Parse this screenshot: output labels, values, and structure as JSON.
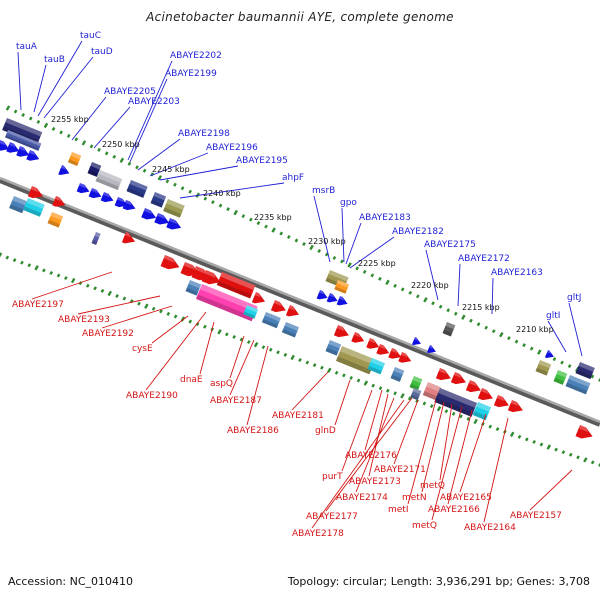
{
  "title": "Acinetobacter baumannii AYE, complete genome",
  "accession": "Accession: NC_010410",
  "summary": "Topology: circular; Length: 3,936,291 bp; Genes: 3,708",
  "colors": {
    "forward_label": "#1f1fd6",
    "reverse_label": "#d41414",
    "forward_arrow": "#1010e0",
    "reverse_arrow": "#e01010",
    "backbone": "#808080",
    "tick_dot": "#2e8b2e"
  },
  "scale_ticks": [
    "2255 kbp",
    "2250 kbp",
    "2245 kbp",
    "2240 kbp",
    "2235 kbp",
    "2230 kbp",
    "2225 kbp",
    "2220 kbp",
    "2215 kbp",
    "2210 kbp"
  ],
  "forward_genes": [
    "tauA",
    "tauB",
    "tauC",
    "tauD",
    "ABAYE2205",
    "ABAYE2203",
    "ABAYE2202",
    "ABAYE2199",
    "ABAYE2198",
    "ABAYE2196",
    "ABAYE2195",
    "ahpF",
    "msrB",
    "gpo",
    "ABAYE2183",
    "ABAYE2182",
    "ABAYE2175",
    "ABAYE2172",
    "ABAYE2163",
    "gltI",
    "gltJ"
  ],
  "reverse_genes": [
    "ABAYE2197",
    "ABAYE2193",
    "ABAYE2192",
    "cysE",
    "ABAYE2190",
    "dnaE",
    "aspQ",
    "ABAYE2187",
    "ABAYE2186",
    "ABAYE2181",
    "glnD",
    "ABAYE2176",
    "purT",
    "ABAYE2173",
    "ABAYE2174",
    "ABAYE2177",
    "ABAYE2178",
    "ABAYE2171",
    "metI",
    "metN",
    "metQ",
    "metQ",
    "ABAYE2166",
    "ABAYE2165",
    "ABAYE2164",
    "ABAYE2157"
  ]
}
